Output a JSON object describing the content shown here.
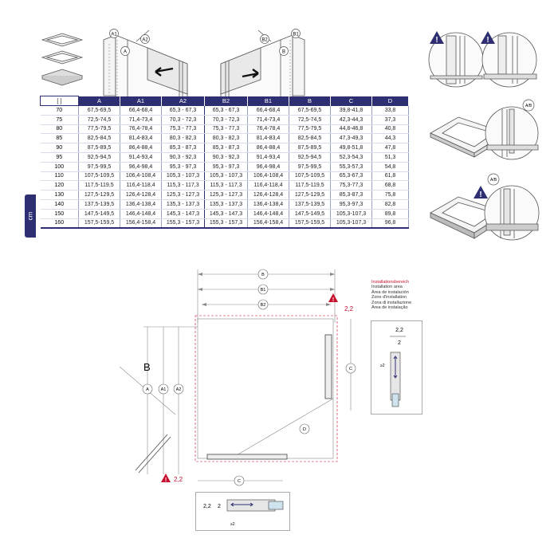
{
  "table": {
    "unit_label": "[ ]",
    "unit_tab": "cm",
    "headers": [
      "A",
      "A1",
      "A2",
      "B2",
      "B1",
      "B",
      "C",
      "D"
    ],
    "rows": [
      [
        "70",
        "67,5-69,5",
        "66,4-68,4",
        "65,3 - 67,3",
        "65,3 - 67,3",
        "66,4-68,4",
        "67,5-69,5",
        "39,8-41,8",
        "33,8"
      ],
      [
        "75",
        "72,5-74,5",
        "71,4-73,4",
        "70,3 - 72,3",
        "70,3 - 72,3",
        "71,4-73,4",
        "72,5-74,5",
        "42,3-44,3",
        "37,3"
      ],
      [
        "80",
        "77,5-79,5",
        "76,4-78,4",
        "75,3 - 77,3",
        "75,3 - 77,3",
        "76,4-78,4",
        "77,5-79,5",
        "44,8-46,8",
        "40,8"
      ],
      [
        "85",
        "82,5-84,5",
        "81,4-83,4",
        "80,3 - 82,3",
        "80,3 - 82,3",
        "81,4-83,4",
        "82,5-84,5",
        "47,3-49,3",
        "44,3"
      ],
      [
        "90",
        "87,5-89,5",
        "86,4-88,4",
        "85,3 - 87,3",
        "85,3 - 87,3",
        "86,4-88,4",
        "87,5-89,5",
        "49,8-51,8",
        "47,8"
      ],
      [
        "95",
        "92,5-94,5",
        "91,4-93,4",
        "90,3 - 92,3",
        "90,3 - 92,3",
        "91,4-93,4",
        "92,5-94,5",
        "52,3-54,3",
        "51,3"
      ],
      [
        "100",
        "97,5-99,5",
        "96,4-98,4",
        "95,3 - 97,3",
        "95,3 - 97,3",
        "96,4-98,4",
        "97,5-99,5",
        "55,3-57,3",
        "54,8"
      ],
      [
        "110",
        "107,5-109,5",
        "106,4-108,4",
        "105,3 - 107,3",
        "105,3 - 107,3",
        "106,4-108,4",
        "107,5-109,5",
        "65,3-67,3",
        "61,8"
      ],
      [
        "120",
        "117,5-119,5",
        "116,4-118,4",
        "115,3 - 117,3",
        "115,3 - 117,3",
        "116,4-118,4",
        "117,5-119,5",
        "75,3-77,3",
        "68,8"
      ],
      [
        "130",
        "127,5-129,5",
        "126,4-128,4",
        "125,3 - 127,3",
        "125,3 - 127,3",
        "126,4-128,4",
        "127,5-129,5",
        "85,3-87,3",
        "75,8"
      ],
      [
        "140",
        "137,5-139,5",
        "136,4-138,4",
        "135,3 - 137,3",
        "135,3 - 137,3",
        "136,4-138,4",
        "137,5-139,5",
        "95,3-97,3",
        "82,8"
      ],
      [
        "150",
        "147,5-149,5",
        "146,4-148,4",
        "145,3 - 147,3",
        "145,3 - 147,3",
        "146,4-148,4",
        "147,5-149,5",
        "105,3-107,3",
        "89,8"
      ],
      [
        "160",
        "157,5-159,5",
        "156,4-158,4",
        "155,3 - 157,3",
        "155,3 - 157,3",
        "156,4-158,4",
        "157,5-159,5",
        "105,3-107,3",
        "96,8"
      ]
    ]
  },
  "labels": {
    "a": "A",
    "a1": "A1",
    "a2": "A2",
    "b": "B",
    "b1": "B1",
    "b2": "B2",
    "c": "C",
    "d": "D",
    "ab": "A/B",
    "tol_22": "2,2",
    "tol_2": "2",
    "tol_min2": "≥2"
  },
  "legend": {
    "title": "Installationsbereich",
    "lines": [
      "Installation area",
      "Área de instalación",
      "Zone d'installation",
      "Zona di installazione",
      "Área de instalação"
    ]
  },
  "colors": {
    "navy": "#2e2f72",
    "warning": "#c8102e",
    "line": "#6b6b6b"
  }
}
